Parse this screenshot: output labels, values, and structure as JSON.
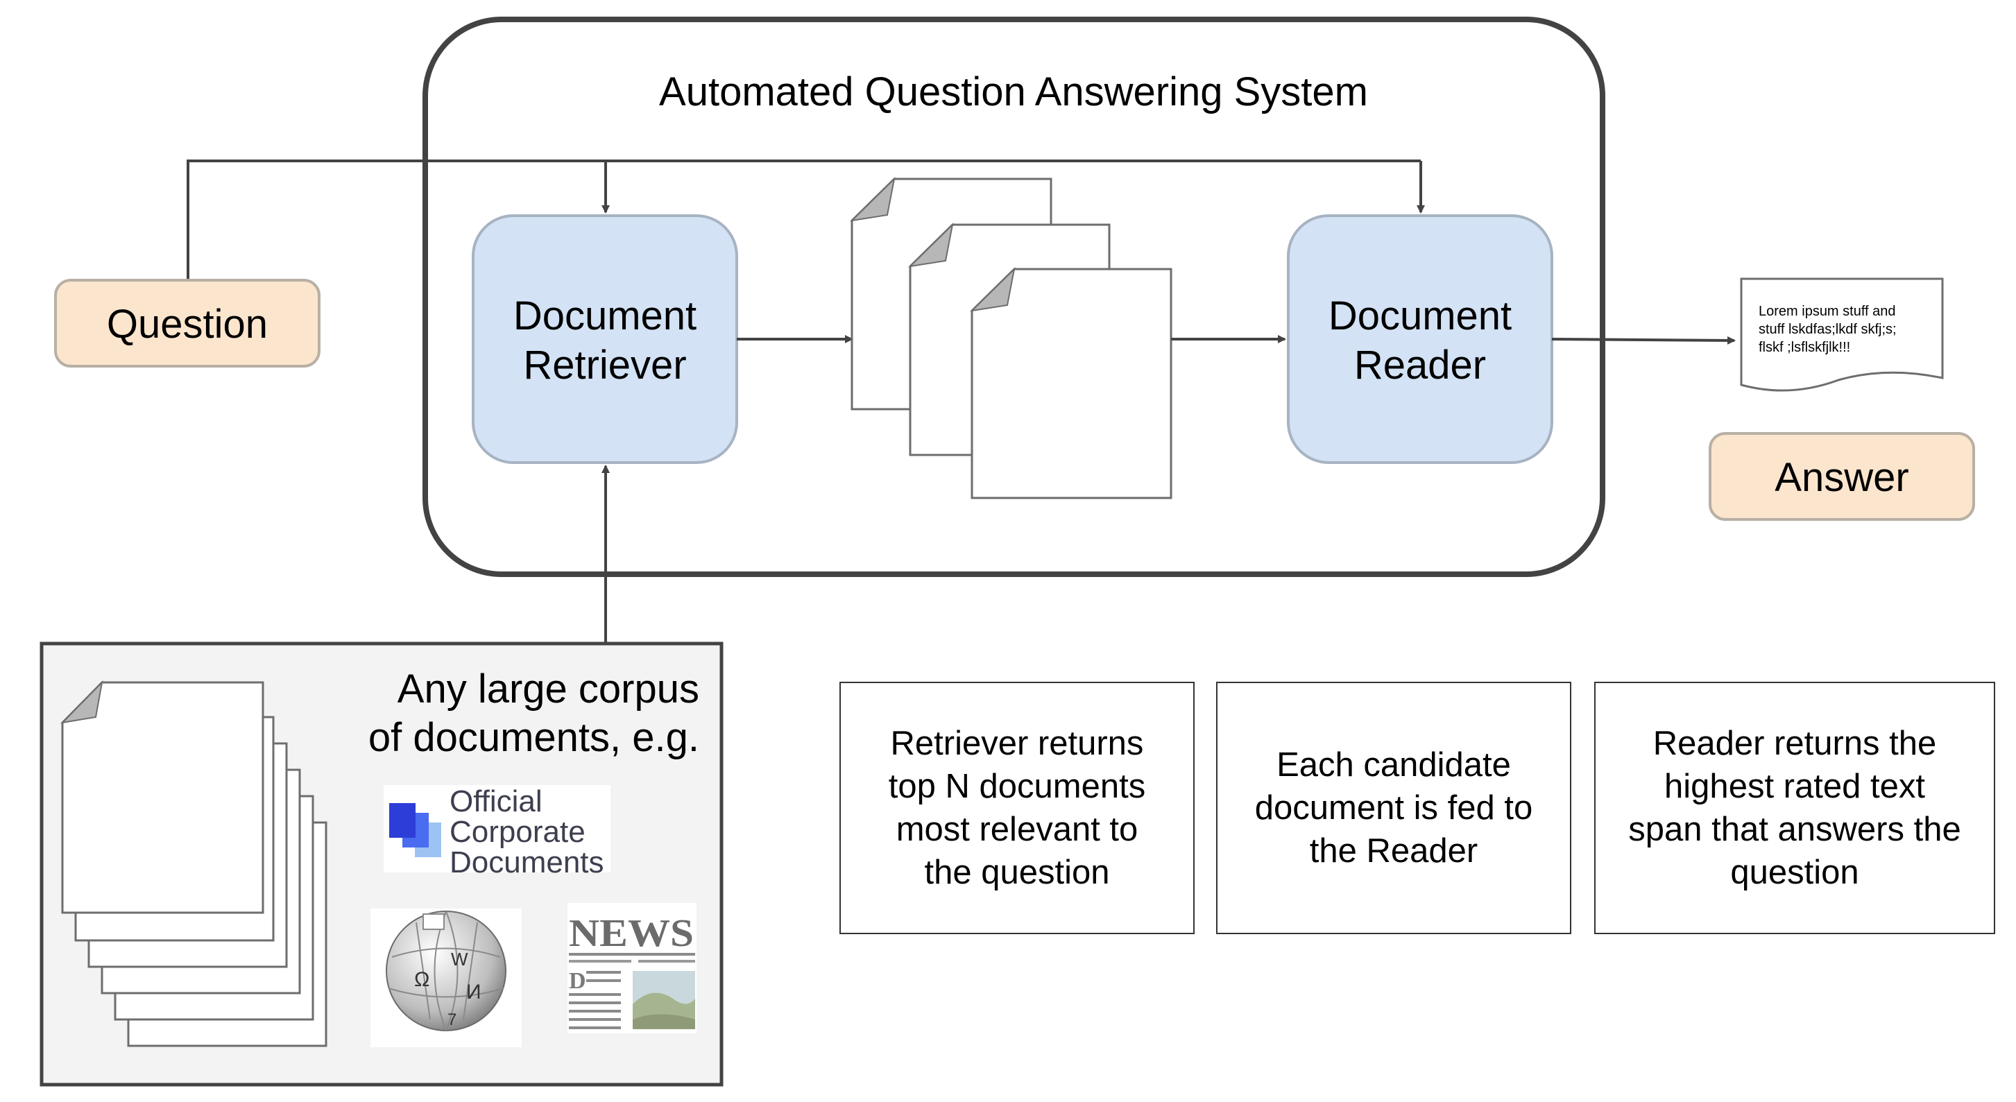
{
  "system_title": "Automated Question Answering System",
  "question_label": "Question",
  "answer_label": "Answer",
  "retriever_label": [
    "Document",
    "Retriever"
  ],
  "reader_label": [
    "Document",
    "Reader"
  ],
  "answer_snippet": [
    "Lorem ipsum stuff and",
    "stuff lskdfas;lkdf skfj;s;",
    "flskf ;lsflskfjlk!!!"
  ],
  "corpus_title": [
    "Any large corpus",
    "of documents, e.g."
  ],
  "corpus_logo_official": [
    "Official",
    "Corporate",
    "Documents"
  ],
  "corpus_logo_news": "NEWS",
  "descriptions": [
    "Retriever returns\ntop N documents\nmost relevant to\nthe question",
    "Each candidate\ndocument is fed to\nthe Reader",
    "Reader returns the\nhighest rated text\nspan that answers the\nquestion"
  ],
  "colors": {
    "component_fill": "#d3e2f4",
    "component_stroke": "#a7b3c2",
    "io_fill": "#fce5cd",
    "io_stroke": "#b8b0a4",
    "frame_stroke": "#434343",
    "corpus_fill": "#f3f3f3",
    "logo_blue": "#2d3dd8"
  }
}
